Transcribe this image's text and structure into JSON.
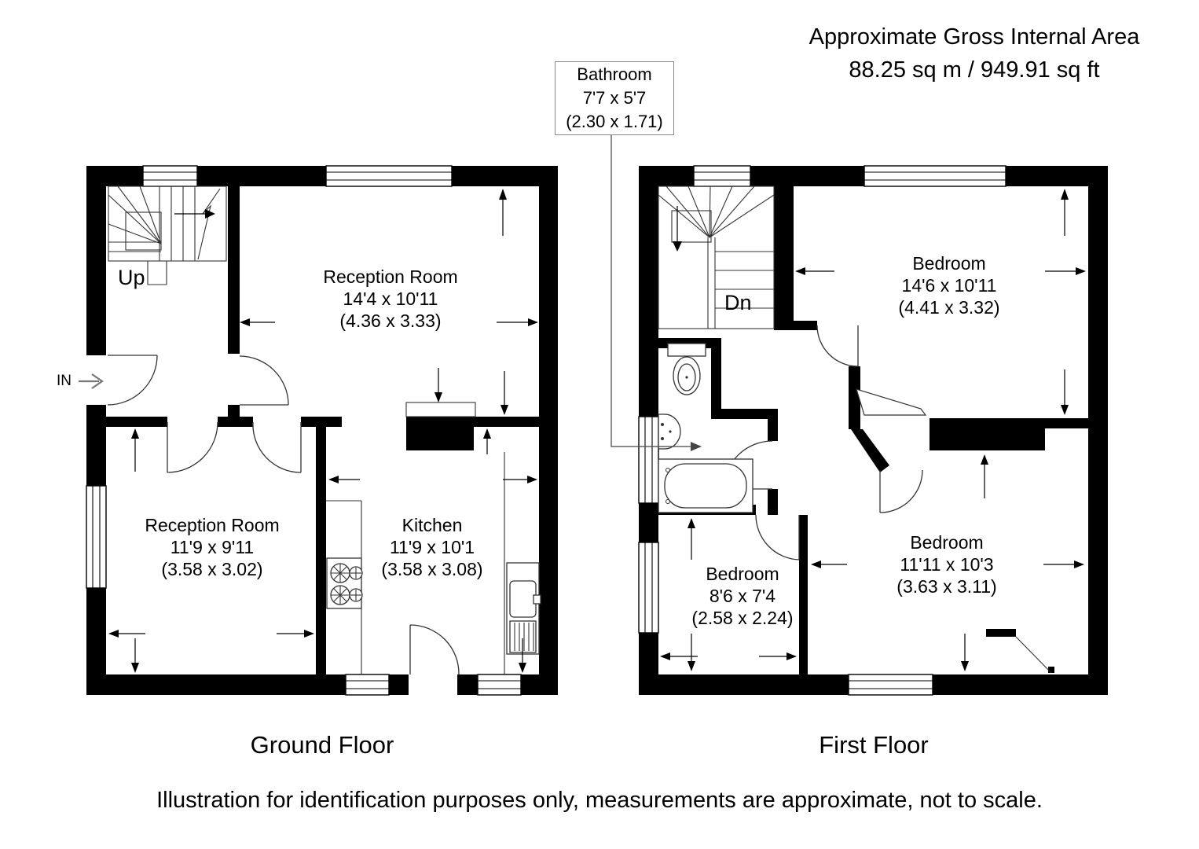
{
  "header": {
    "title": "Approximate Gross Internal Area",
    "area": "88.25 sq m / 949.91 sq ft"
  },
  "ground_floor": {
    "label": "Ground Floor",
    "stairs_label": "Up",
    "entrance_label": "IN",
    "rooms": [
      {
        "name": "Reception Room",
        "imperial": "14'4 x 10'11",
        "metric": "(4.36 x 3.33)"
      },
      {
        "name": "Reception Room",
        "imperial": "11'9 x 9'11",
        "metric": "(3.58 x 3.02)"
      },
      {
        "name": "Kitchen",
        "imperial": "11'9 x 10'1",
        "metric": "(3.58 x 3.08)"
      }
    ]
  },
  "first_floor": {
    "label": "First Floor",
    "stairs_label": "Dn",
    "bathroom": {
      "name": "Bathroom",
      "imperial": "7'7 x 5'7",
      "metric": "(2.30 x 1.71)"
    },
    "rooms": [
      {
        "name": "Bedroom",
        "imperial": "14'6 x 10'11",
        "metric": "(4.41 x 3.32)"
      },
      {
        "name": "Bedroom",
        "imperial": "8'6 x 7'4",
        "metric": "(2.58 x 2.24)"
      },
      {
        "name": "Bedroom",
        "imperial": "11'11 x 10'3",
        "metric": "(3.63 x 3.11)"
      }
    ]
  },
  "footer": {
    "disclaimer": "Illustration for identification purposes only, measurements are approximate, not to scale."
  },
  "colors": {
    "wall": "#000000",
    "line": "#333333",
    "background": "#ffffff"
  }
}
